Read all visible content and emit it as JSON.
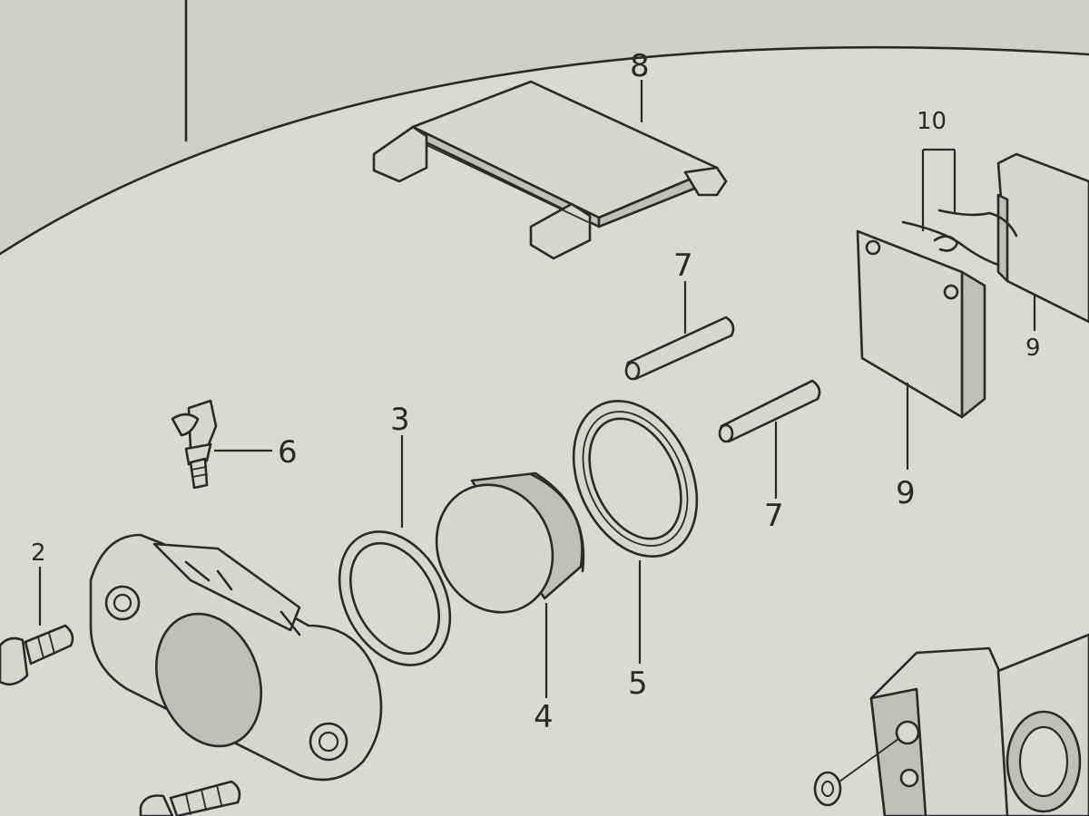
{
  "callouts": {
    "c2": "2",
    "c3": "3",
    "c4": "4",
    "c5": "5",
    "c6": "6",
    "c7a": "7",
    "c7b": "7",
    "c8": "8",
    "c9a": "9",
    "c9b": "9",
    "c10": "10"
  }
}
